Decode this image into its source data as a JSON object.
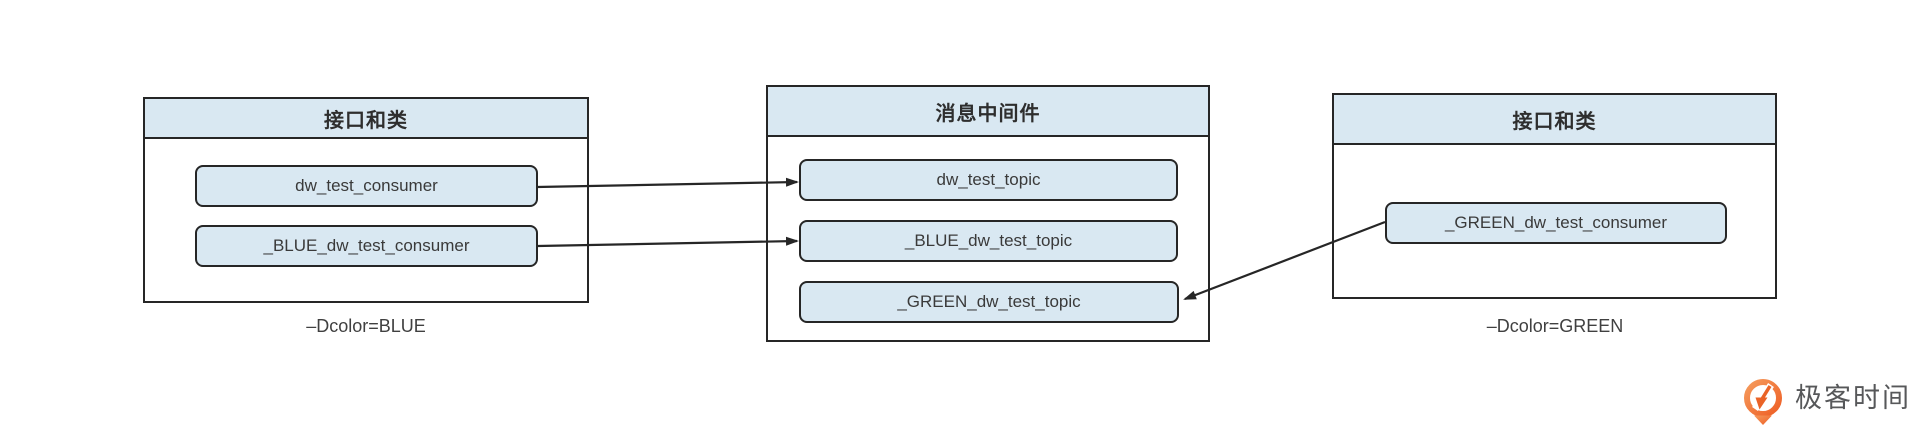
{
  "diagram": {
    "panels": [
      {
        "title": "接口和类",
        "caption": "–Dcolor=BLUE",
        "nodes": [
          {
            "label": "dw_test_consumer"
          },
          {
            "label": "_BLUE_dw_test_consumer"
          }
        ]
      },
      {
        "title": "消息中间件",
        "nodes": [
          {
            "label": "dw_test_topic"
          },
          {
            "label": "_BLUE_dw_test_topic"
          },
          {
            "label": "_GREEN_dw_test_topic"
          }
        ]
      },
      {
        "title": "接口和类",
        "caption": "–Dcolor=GREEN",
        "nodes": [
          {
            "label": "_GREEN_dw_test_consumer"
          }
        ]
      }
    ],
    "edges": [
      {
        "from": "dw_test_consumer",
        "to": "dw_test_topic",
        "arrowhead": "at-topic"
      },
      {
        "from": "_BLUE_dw_test_consumer",
        "to": "_BLUE_dw_test_topic",
        "arrowhead": "at-topic"
      },
      {
        "from": "_GREEN_dw_test_consumer",
        "to": "_GREEN_dw_test_topic",
        "arrowhead": "at-topic"
      }
    ],
    "colors": {
      "node_fill": "#d9e8f2",
      "border": "#262626",
      "arrow": "#262626",
      "text": "#3a3a3a"
    }
  },
  "branding": {
    "logo_text": "极客时间",
    "logo_icon": "geektime-icon",
    "logo_orange": "#ee5f25",
    "logo_text_color": "#57585a"
  }
}
